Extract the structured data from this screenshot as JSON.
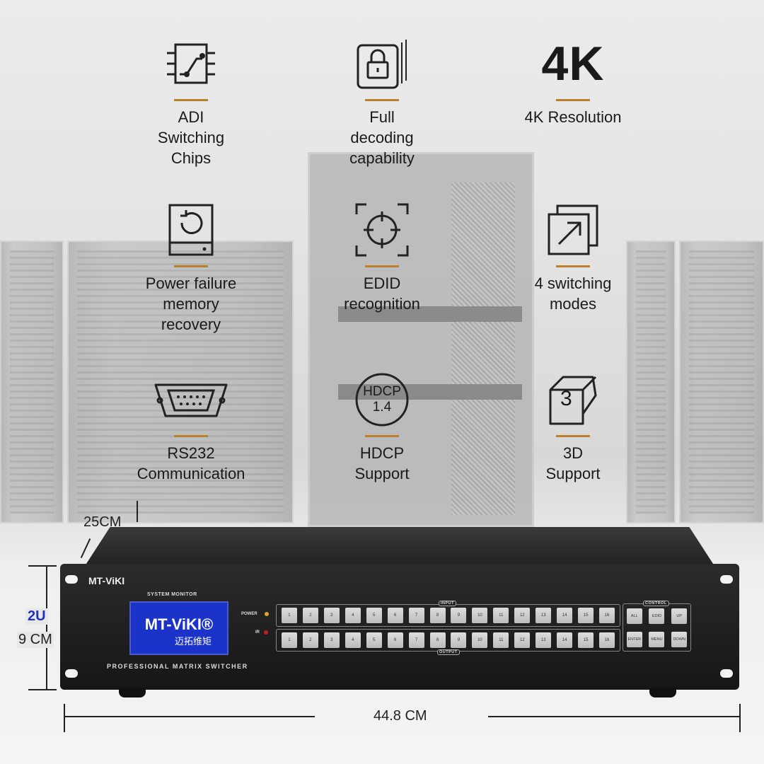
{
  "features": [
    {
      "icon": "chip-switch-icon",
      "label": "ADI\nSwitching\nChips"
    },
    {
      "icon": "lock-icon",
      "label": "Full\ndecoding\ncapability"
    },
    {
      "icon": "4k-text",
      "heading": "4K",
      "label": "4K Resolution"
    },
    {
      "icon": "hard-drive-restore-icon",
      "label": "Power failure\nmemory\nrecovery"
    },
    {
      "icon": "target-icon",
      "label": "EDID\nrecognition"
    },
    {
      "icon": "switch-arrow-icon",
      "label": "4 switching\nmodes"
    },
    {
      "icon": "db9-port-icon",
      "label": "RS232\nCommunication"
    },
    {
      "icon": "hdcp-badge-icon",
      "badge": "HDCP\n1.4",
      "label": "HDCP\nSupport"
    },
    {
      "icon": "3d-cube-icon",
      "badge": "3",
      "label": "3D\nSupport"
    }
  ],
  "device": {
    "brand": "MT-ViKI",
    "system_monitor": "SYSTEM MONITOR",
    "lcd_brand": "MT-ViKI®",
    "lcd_chinese": "迈拓维矩",
    "subtitle": "PROFESSIONAL MATRIX SWITCHER",
    "power_label": "POWER",
    "ir_label": "IR",
    "input_label": "INPUT",
    "output_label": "OUTPUT",
    "control_label": "CONTROL",
    "channel_buttons": [
      "1",
      "2",
      "3",
      "4",
      "5",
      "6",
      "7",
      "8",
      "9",
      "10",
      "11",
      "12",
      "13",
      "14",
      "15",
      "16"
    ],
    "control_buttons": [
      "ALL",
      "EDID",
      "UP",
      "ENTER",
      "MENU",
      "DOWN"
    ]
  },
  "dimensions": {
    "depth": "25CM",
    "units": "2U",
    "height": "9 CM",
    "width": "44.8 CM"
  },
  "colors": {
    "accent": "#b9822a",
    "units": "#2233bb",
    "lcd": "#1b33c8"
  }
}
